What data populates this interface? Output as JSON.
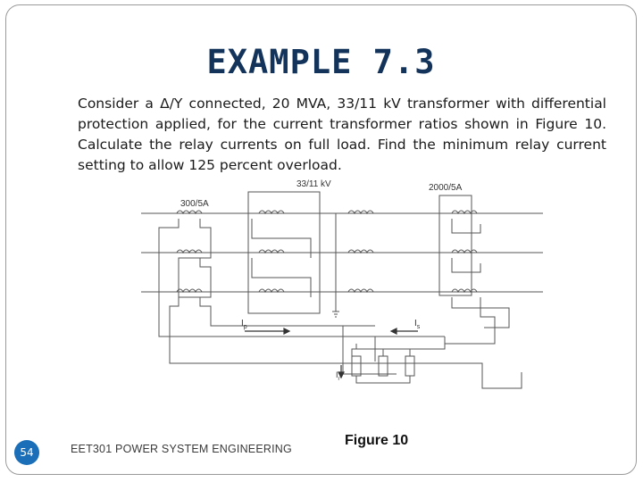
{
  "slide": {
    "title": "EXAMPLE 7.3",
    "body": "Consider a Δ/Y connected, 20 MVA, 33/11 kV transformer with differential protection applied, for the current transformer ratios shown in Figure 10. Calculate the relay currents on full load. Find the minimum relay current setting to allow 125 percent overload.",
    "page_number": "54",
    "footer": "EET301 POWER SYSTEM ENGINEERING",
    "caption": "Figure 10"
  },
  "figure": {
    "ct_ratio_left": "300/5A",
    "ct_ratio_right": "2000/5A",
    "voltage_rating": "33/11 kV",
    "current_label_p": "I",
    "current_sub_p": "p",
    "current_label_s": "I",
    "current_sub_s": "s",
    "current_label_r": "I",
    "current_sub_r": "r"
  }
}
